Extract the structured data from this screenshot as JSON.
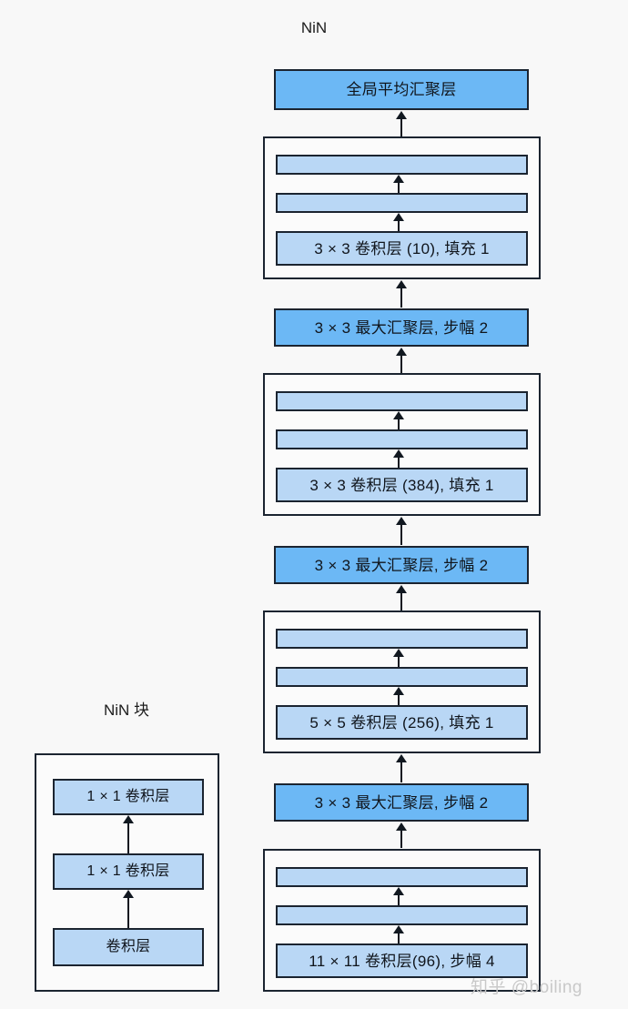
{
  "background_color": "#f8f8f8",
  "colors": {
    "box_fill_primary": "#6cb8f5",
    "box_fill_secondary": "#b9d7f5",
    "box_border": "#1b2430",
    "arrow": "#111820",
    "watermark": "#c9c9c9"
  },
  "main": {
    "title": "NiN",
    "global_avg_pool": "全局平均汇聚层",
    "blocks": [
      {
        "id": "nin-block-4",
        "conv_label": "3 × 3 卷积层 (10), 填充 1",
        "thin_bars": 2
      },
      {
        "id": "nin-block-3",
        "conv_label": "3 × 3 卷积层 (384), 填充 1",
        "thin_bars": 2
      },
      {
        "id": "nin-block-2",
        "conv_label": "5 × 5 卷积层 (256), 填充 1",
        "thin_bars": 2
      },
      {
        "id": "nin-block-1",
        "conv_label": "11 × 11 卷积层(96), 步幅 4",
        "thin_bars": 2
      }
    ],
    "maxpool_labels": [
      "3 × 3 最大汇聚层, 步幅 2",
      "3 × 3 最大汇聚层, 步幅 2",
      "3 × 3 最大汇聚层, 步幅 2"
    ]
  },
  "legend": {
    "title": "NiN 块",
    "layers": [
      "1 × 1 卷积层",
      "1 × 1 卷积层",
      "卷积层"
    ]
  },
  "watermark": "知乎 @boiling"
}
